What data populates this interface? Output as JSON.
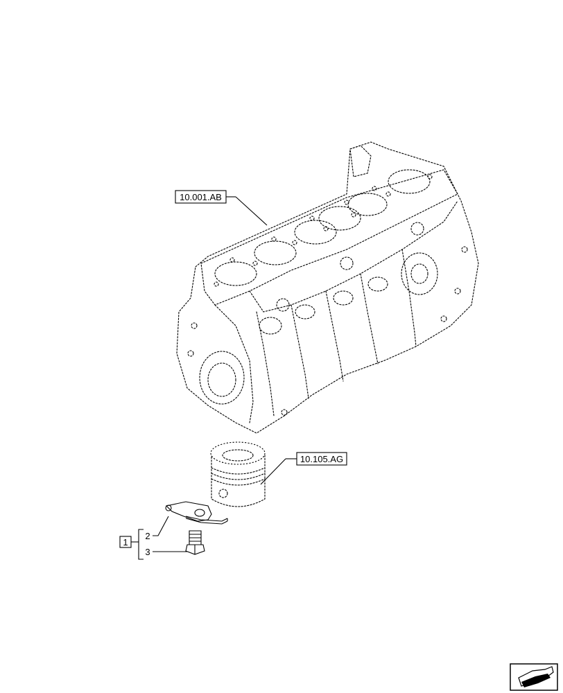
{
  "references": {
    "engine_block": "10.001.AB",
    "piston": "10.105.AG"
  },
  "callouts": {
    "group": "1",
    "item_a": "2",
    "item_b": "3"
  },
  "icons": {
    "corner": "next-page-arrow-icon"
  }
}
